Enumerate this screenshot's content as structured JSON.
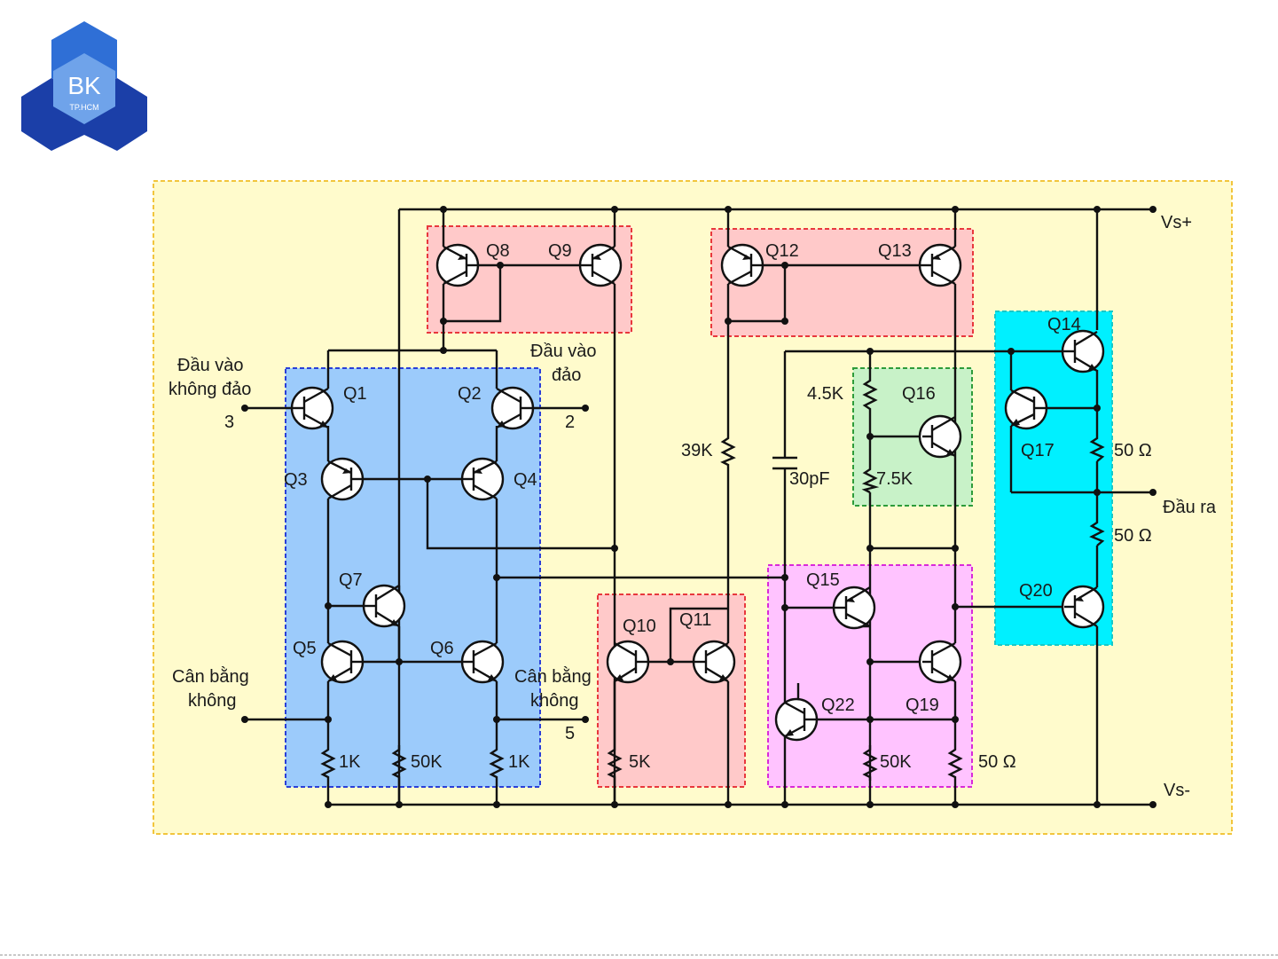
{
  "logo": {
    "text": "BK",
    "subtext": "TP.HCM",
    "colors": {
      "dark": "#1b3fa8",
      "mid": "#2f6fd6",
      "light": "#6fa3ea"
    }
  },
  "colors": {
    "background": "#fffbcc",
    "outer_border": "#f2c53d",
    "red_box_fill": "#ffc9c9",
    "red_box_border": "#e8383d",
    "blue_box_fill": "#9ccbfb",
    "blue_box_border": "#2a3fd8",
    "green_box_fill": "#c8f2c8",
    "green_box_border": "#2e9c3a",
    "magenta_box_fill": "#ffc3ff",
    "magenta_box_border": "#d92ad9",
    "cyan_box_fill": "#00f0ff",
    "cyan_box_border": "#18c8c8"
  },
  "transistors": {
    "q1": "Q1",
    "q2": "Q2",
    "q3": "Q3",
    "q4": "Q4",
    "q5": "Q5",
    "q6": "Q6",
    "q7": "Q7",
    "q8": "Q8",
    "q9": "Q9",
    "q10": "Q10",
    "q11": "Q11",
    "q12": "Q12",
    "q13": "Q13",
    "q14": "Q14",
    "q15": "Q15",
    "q16": "Q16",
    "q17": "Q17",
    "q19": "Q19",
    "q20": "Q20",
    "q22": "Q22"
  },
  "components": {
    "r_1k_left": "1K",
    "r_50k_mid": "50K",
    "r_1k_right": "1K",
    "r_5k": "5K",
    "r_39k": "39K",
    "r_4_5k": "4.5K",
    "r_7_5k": "7.5K",
    "r_50k_right": "50K",
    "r_50_ohm_bottom": "50 Ω",
    "r_50_ohm_q14": "50 Ω",
    "r_50_ohm_q20": "50 Ω",
    "cap": "30pF"
  },
  "terminals": {
    "vs_plus": "Vs+",
    "vs_minus": "Vs-",
    "non_inverting_line1": "Đầu vào",
    "non_inverting_line2": "không đảo",
    "pin3": "3",
    "inverting_line1": "Đầu vào",
    "inverting_line2": "đảo",
    "pin2": "2",
    "offset_left_line1": "Cân bằng",
    "offset_left_line2": "không",
    "offset_right_line1": "Cân bằng",
    "offset_right_line2": "không",
    "pin5": "5",
    "output": "Đầu ra"
  }
}
